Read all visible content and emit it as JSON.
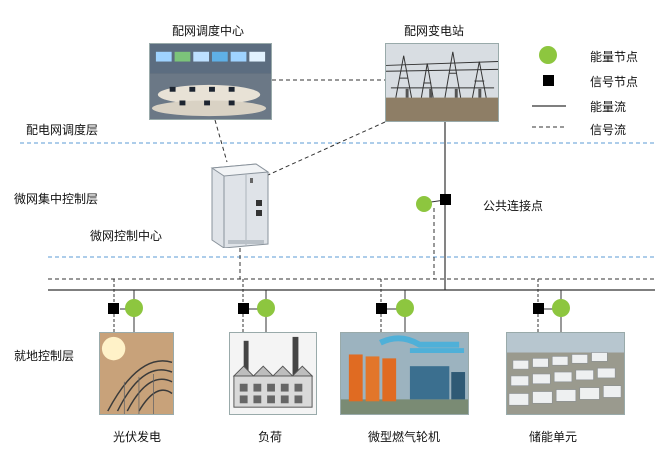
{
  "top": {
    "dispatch_center": "配网调度中心",
    "substation": "配网变电站"
  },
  "layers": {
    "dispatch_layer": "配电网调度层",
    "central_control_layer": "微网集中控制层",
    "micro_control_center": "微网控制中心",
    "local_control_layer": "就地控制层"
  },
  "pcc": "公共连接点",
  "legend": {
    "energy_node": "能量节点",
    "signal_node": "信号节点",
    "energy_flow": "能量流",
    "signal_flow": "信号流"
  },
  "units": [
    {
      "label": "光伏发电",
      "icon": "solar-panel-icon"
    },
    {
      "label": "负荷",
      "icon": "factory-load-icon"
    },
    {
      "label": "微型燃气轮机",
      "icon": "gas-turbine-icon"
    },
    {
      "label": "储能单元",
      "icon": "battery-storage-icon"
    }
  ],
  "colors": {
    "energy_node": "#8dc63f",
    "signal_node": "#000000",
    "layer_divider": "#5b9bd5",
    "line": "#333333"
  }
}
